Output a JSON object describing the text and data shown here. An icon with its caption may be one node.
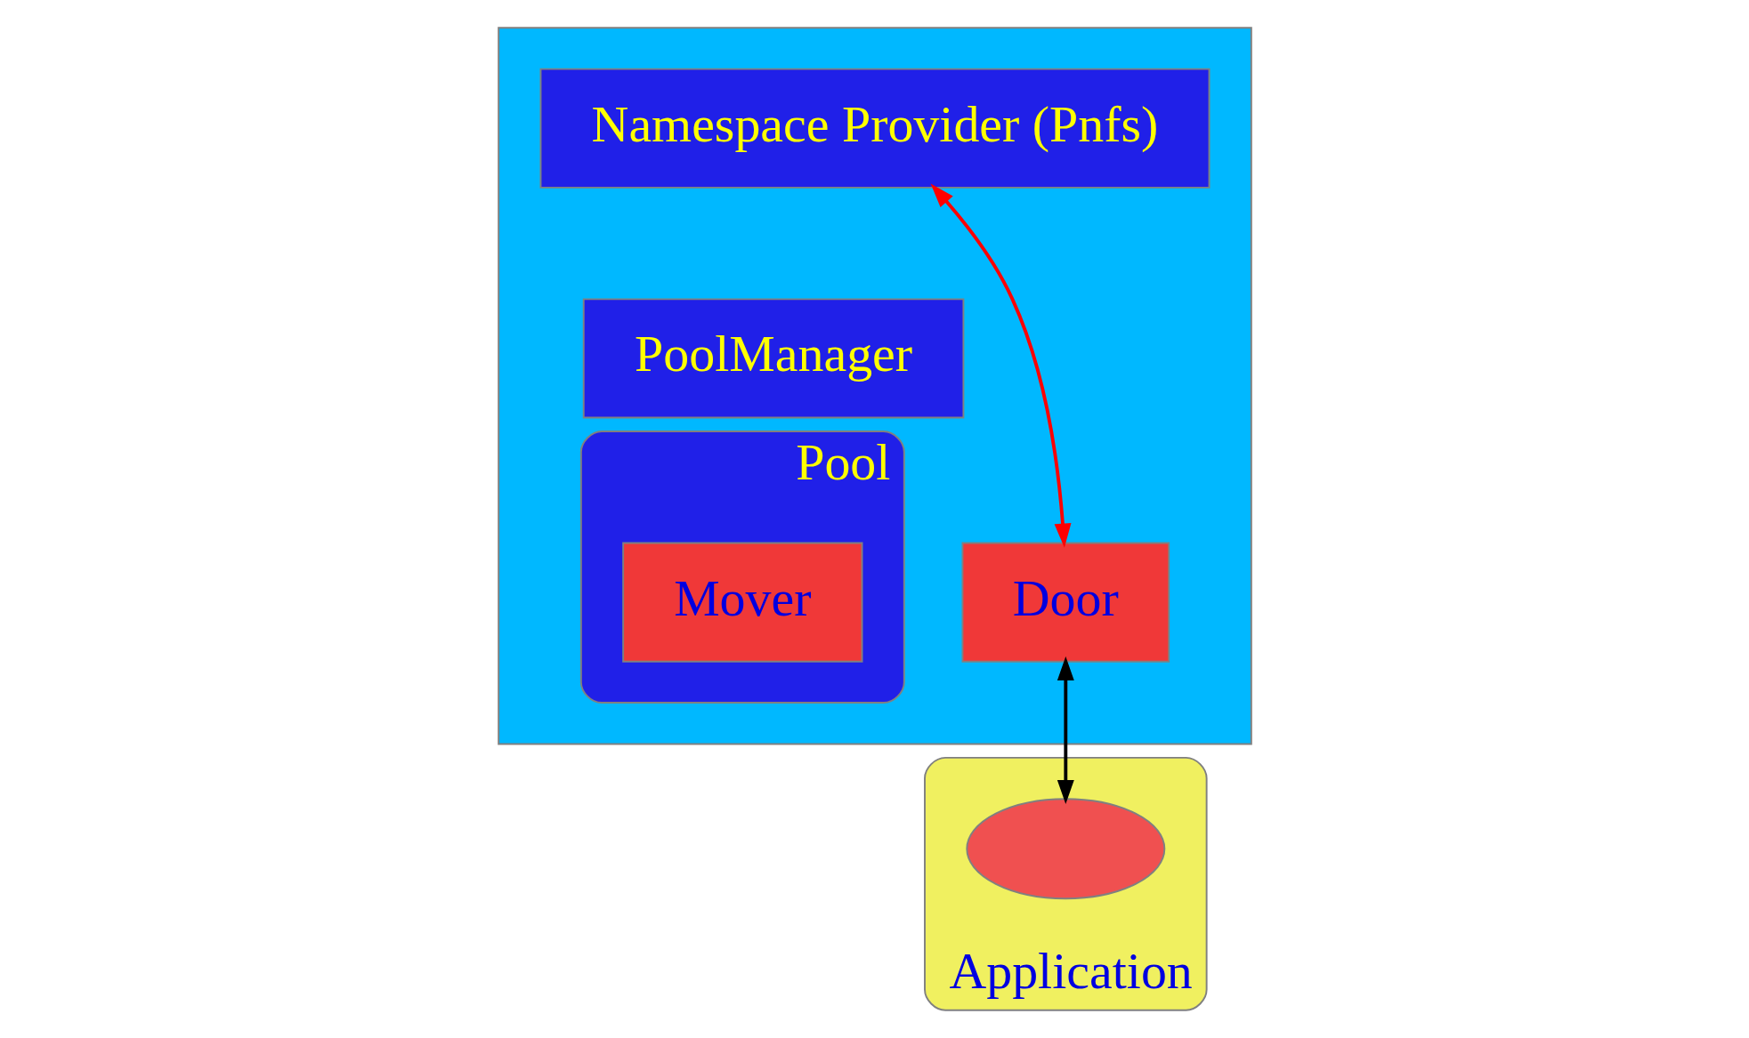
{
  "diagram": {
    "nodes": [
      {
        "text": [],
        "shape": "box"
      },
      {
        "text": [
          "Namespace Provider (Pnfs)"
        ],
        "in": 0
      },
      {
        "text": [
          "PoolManager"
        ],
        "in": 0
      },
      {
        "text": [
          "Pool"
        ],
        "in": 0
      },
      {
        "text": [
          "Mover"
        ],
        "in": 3
      },
      {
        "text": [
          "Door"
        ],
        "in": 0
      },
      {
        "text": [
          "Application"
        ]
      },
      {
        "text": [],
        "shape": "ellipse",
        "in": 6
      }
    ],
    "edges": [
      {
        "from": 5,
        "to": 1,
        "arrow": "both",
        "color": "#ff0000"
      },
      {
        "from": 5,
        "to": 7,
        "arrow": "both",
        "color": "#000000"
      }
    ]
  }
}
